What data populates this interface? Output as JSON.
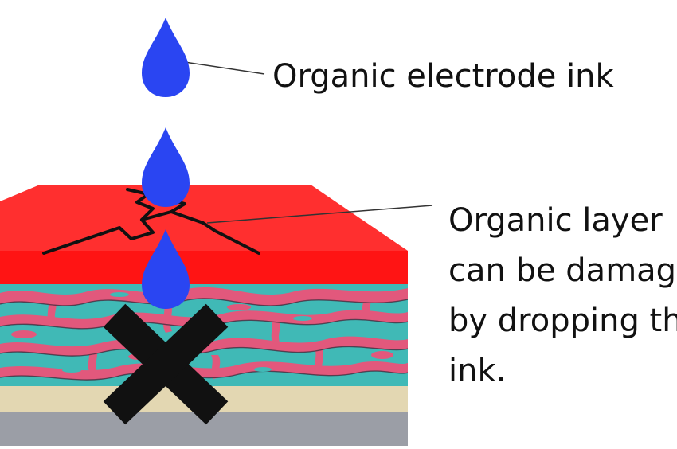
{
  "diagram": {
    "ink_label": "Organic electrode ink",
    "layer_label_lines": [
      "Organic layer",
      "can be damaged",
      "by dropping the",
      "ink."
    ],
    "colors": {
      "ink_drop": "#2a45f2",
      "organic_layer_top": "#ff2f2f",
      "organic_layer_front": "#ff1414",
      "teal": "#40b9b6",
      "pink": "#e2587c",
      "beige": "#e3d7b2",
      "gray": "#9b9ea6",
      "cross": "#111111",
      "crack": "#111111"
    },
    "icons": [
      "ink-drop-icon",
      "crack-line-icon",
      "cross-mark-icon"
    ]
  }
}
